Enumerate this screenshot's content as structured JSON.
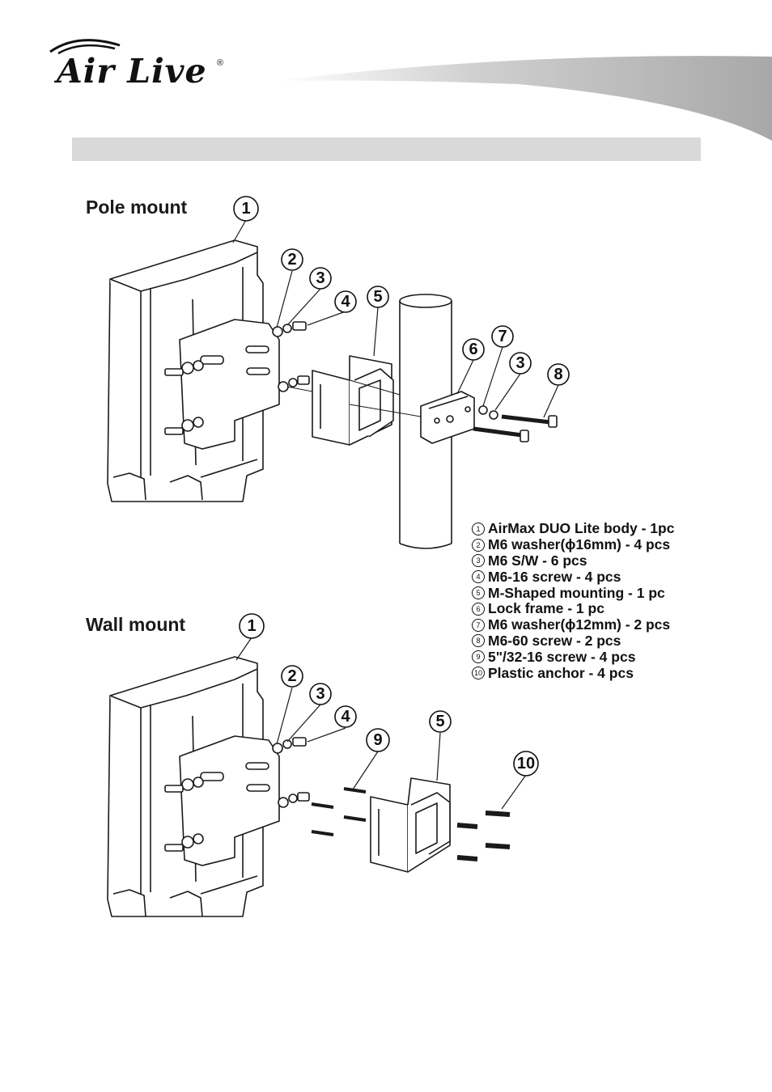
{
  "header": {
    "logo_text": "Air Live",
    "logo_reg": "®"
  },
  "sections": {
    "pole_title": "Pole mount",
    "wall_title": "Wall mount"
  },
  "callouts": {
    "pole": [
      "1",
      "2",
      "3",
      "4",
      "5",
      "6",
      "7",
      "3",
      "8"
    ],
    "wall": [
      "1",
      "2",
      "3",
      "4",
      "9",
      "5",
      "10"
    ]
  },
  "legend": [
    {
      "num": "1",
      "text": "AirMax DUO Lite body - 1pc"
    },
    {
      "num": "2",
      "text": "M6 washer(ϕ16mm) - 4 pcs"
    },
    {
      "num": "3",
      "text": "M6 S/W - 6 pcs"
    },
    {
      "num": "4",
      "text": "M6-16 screw - 4 pcs"
    },
    {
      "num": "5",
      "text": "M-Shaped mounting - 1 pc"
    },
    {
      "num": "6",
      "text": "Lock frame - 1 pc"
    },
    {
      "num": "7",
      "text": "M6 washer(ϕ12mm) - 2 pcs"
    },
    {
      "num": "8",
      "text": "M6-60 screw - 2 pcs"
    },
    {
      "num": "9",
      "text": "5\"/32-16 screw - 4 pcs"
    },
    {
      "num": "10",
      "text": "Plastic anchor - 4 pcs"
    }
  ],
  "colors": {
    "title_bar": "#d9d9d9",
    "line": "#1a1a1a"
  }
}
